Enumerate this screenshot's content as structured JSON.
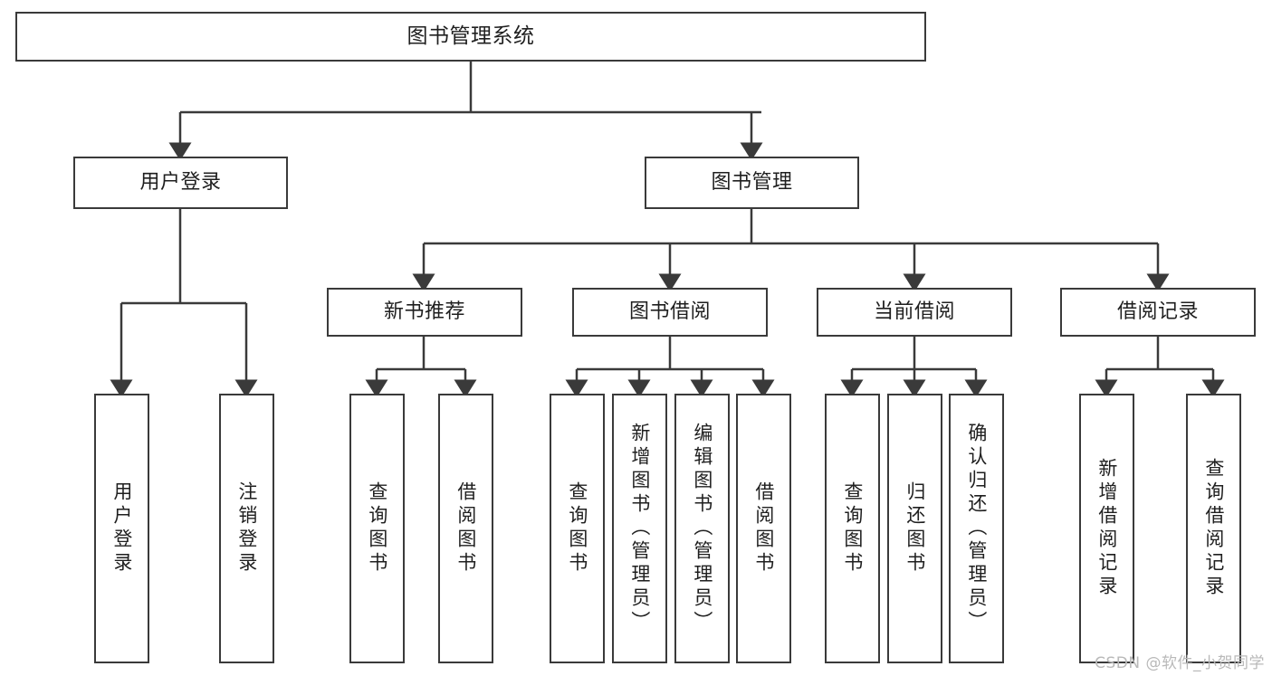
{
  "diagram": {
    "title": "图书管理系统",
    "type": "hierarchy-tree",
    "watermark": "CSDN @软件_小贺同学",
    "stroke_color": "#3a3a3a",
    "text_color": "#1f1f1f",
    "background_color": "#ffffff",
    "levels": {
      "root": {
        "label": "图书管理系统"
      },
      "level2": [
        {
          "label": "用户登录"
        },
        {
          "label": "图书管理"
        }
      ],
      "level3": [
        {
          "label": "新书推荐"
        },
        {
          "label": "图书借阅"
        },
        {
          "label": "当前借阅"
        },
        {
          "label": "借阅记录"
        }
      ],
      "leaves": {
        "user_login": [
          {
            "label": "用户登录"
          },
          {
            "label": "注销登录"
          }
        ],
        "new_book_recommend": [
          {
            "label": "查询图书"
          },
          {
            "label": "借阅图书"
          }
        ],
        "book_borrow": [
          {
            "label": "查询图书"
          },
          {
            "label": "新增图书（管理员）"
          },
          {
            "label": "编辑图书（管理员）"
          },
          {
            "label": "借阅图书"
          }
        ],
        "current_borrow": [
          {
            "label": "查询图书"
          },
          {
            "label": "归还图书"
          },
          {
            "label": "确认归还（管理员）"
          }
        ],
        "borrow_record": [
          {
            "label": "新增借阅记录"
          },
          {
            "label": "查询借阅记录"
          }
        ]
      }
    }
  }
}
